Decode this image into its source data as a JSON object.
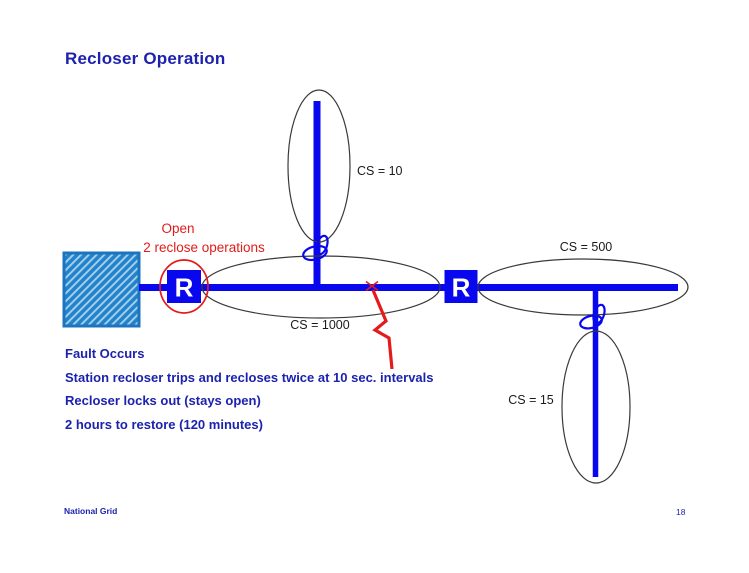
{
  "slide": {
    "title": "Recloser Operation",
    "bullets": [
      "Fault Occurs",
      "Station recloser trips and recloses twice at 10 sec. intervals",
      "Recloser locks out (stays open)",
      "2 hours to restore (120 minutes)"
    ],
    "footer": {
      "brand": "National Grid",
      "page_number": "18"
    }
  },
  "diagram": {
    "recloser_symbol": "R",
    "recloser_annotation": {
      "line1": "Open",
      "line2": "2 reclose operations"
    },
    "section_labels": {
      "top_branch": "CS = 10",
      "main_feeder": "CS = 1000",
      "right_feeder": "CS = 500",
      "bottom_branch": "CS = 15"
    }
  },
  "colors": {
    "feeder_blue": "#0807ee",
    "navy_text": "#1c22ad",
    "alert_red": "#e31b1b",
    "substation_blue": "#2283cc",
    "substation_stripe": "#a6d0ea",
    "ellipse_outline": "#3a3a3a"
  }
}
